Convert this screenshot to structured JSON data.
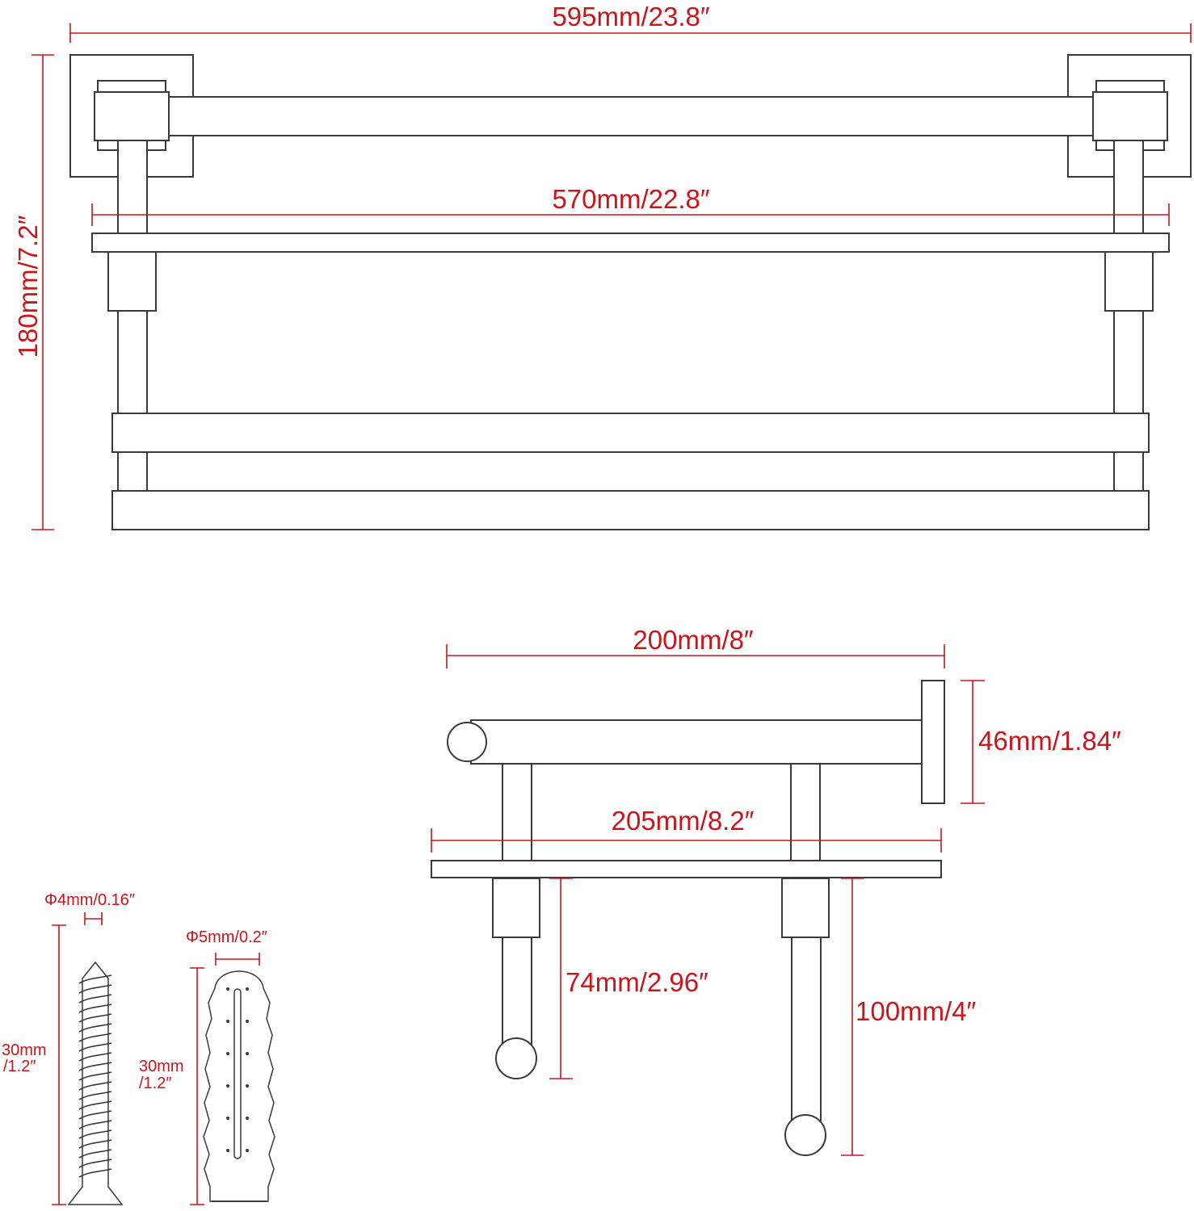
{
  "colors": {
    "dimension": "#c8161d",
    "outline": "#3a3a3a",
    "background": "#ffffff"
  },
  "front_view": {
    "overall_width_label": "595mm/23.8″",
    "shelf_width_label": "570mm/22.8″",
    "height_label": "180mm/7.2″"
  },
  "side_view": {
    "depth_label": "200mm/8″",
    "shelf_depth_label": "205mm/8.2″",
    "mount_height_label": "46mm/1.84″",
    "front_bar_drop_label": "74mm/2.96″",
    "rear_bar_drop_label": "100mm/4″"
  },
  "screw": {
    "diameter_label": "Φ4mm/0.16″",
    "length_label_line1": "30mm",
    "length_label_line2": "/1.2″"
  },
  "anchor": {
    "diameter_label": "Φ5mm/0.2″",
    "length_label_line1": "30mm",
    "length_label_line2": "/1.2″"
  }
}
